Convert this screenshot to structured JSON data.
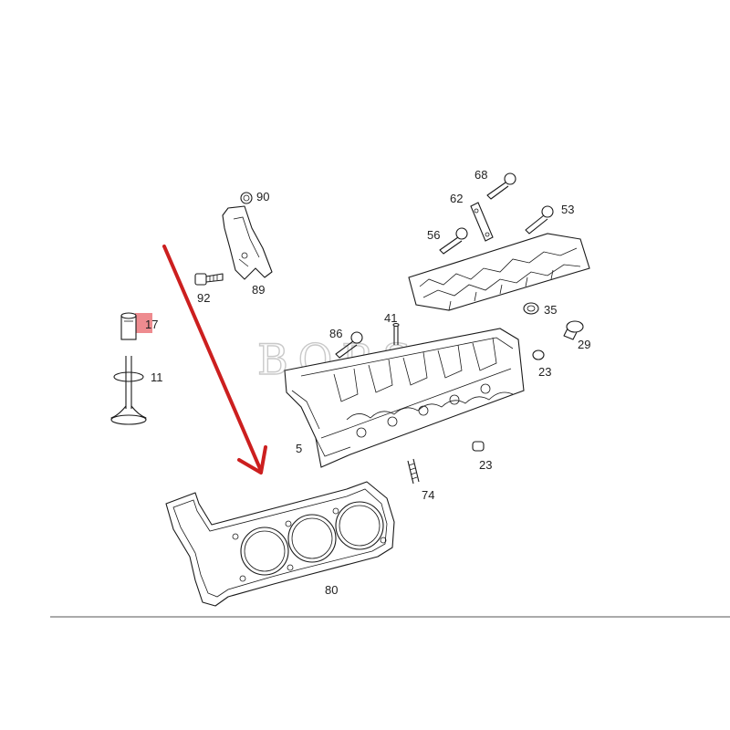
{
  "watermark": "BORSH",
  "parts": [
    {
      "id": "p90",
      "number": "90"
    },
    {
      "id": "p68",
      "number": "68"
    },
    {
      "id": "p62",
      "number": "62"
    },
    {
      "id": "p53",
      "number": "53"
    },
    {
      "id": "p56",
      "number": "56"
    },
    {
      "id": "p92",
      "number": "92"
    },
    {
      "id": "p89",
      "number": "89"
    },
    {
      "id": "p17",
      "number": "17"
    },
    {
      "id": "p35",
      "number": "35"
    },
    {
      "id": "p41",
      "number": "41"
    },
    {
      "id": "p86",
      "number": "86"
    },
    {
      "id": "p29",
      "number": "29"
    },
    {
      "id": "p11",
      "number": "11"
    },
    {
      "id": "p23a",
      "number": "23"
    },
    {
      "id": "p5",
      "number": "5"
    },
    {
      "id": "p23b",
      "number": "23"
    },
    {
      "id": "p74",
      "number": "74"
    },
    {
      "id": "p80",
      "number": "80"
    }
  ],
  "colors": {
    "arrow": "#cc1f1f",
    "highlight": "#e8646a",
    "line": "#1a1a1a",
    "watermark": "#c9c9c9",
    "rule": "#555555"
  },
  "highlighted_part": "17"
}
